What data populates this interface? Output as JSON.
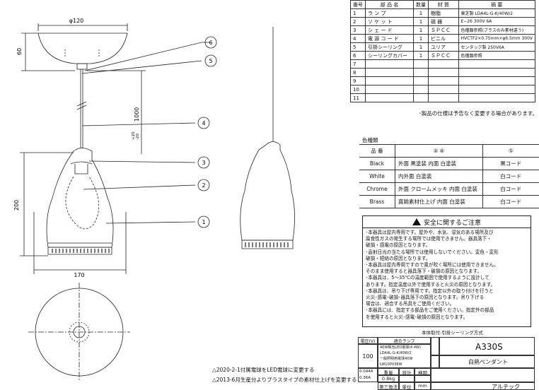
{
  "parts_table": {
    "headers": [
      "番号",
      "部 品 名",
      "数量",
      "材 質",
      "摘 要"
    ],
    "rows": [
      [
        "1",
        "ラ ン プ",
        "1",
        "樹脂",
        "東芝製  LDA4L-G-K/40W/2"
      ],
      [
        "2",
        "ソ ケ ッ ト",
        "1",
        "磁 器",
        "E−26    300V 6A"
      ],
      [
        "3",
        "シ ェ ー ド",
        "1",
        "ＳＰＣＣ",
        "色種類参照(ブラスのみ素材違う)"
      ],
      [
        "4",
        "電 源 コ ー ド",
        "1",
        "ビニル",
        "HVCTF2×0.75mm×φ6.5mm 300V"
      ],
      [
        "5",
        "引掛シーリング",
        "1",
        "ユリア",
        "センタック製 250V6A"
      ],
      [
        "6",
        "シーリングカバー",
        "1",
        "ＳＰＣＣ",
        "色種類参照"
      ],
      [
        "7",
        "",
        "",
        "",
        ""
      ],
      [
        "8",
        "",
        "",
        "",
        ""
      ],
      [
        "9",
        "",
        "",
        "",
        ""
      ],
      [
        "10",
        "",
        "",
        "",
        ""
      ],
      [
        "11",
        "",
        "",
        "",
        ""
      ]
    ]
  },
  "spec_note": "･製品の仕様は予告なく変更する場合があります。",
  "colors": {
    "title": "色種類",
    "headers": [
      "品 番",
      "③ ⑥",
      "⑤"
    ],
    "rows": [
      [
        "Black",
        "外面 黒塗装  内面 白塗装",
        "黒コード"
      ],
      [
        "White",
        "内外面 白塗装",
        "白コード"
      ],
      [
        "Chrome",
        "外面 クロームメッキ  内面 白塗装",
        "白コード"
      ],
      [
        "Brass",
        "真鍮素材仕上げ  内面 白塗装",
        "白コード"
      ]
    ]
  },
  "safety": {
    "title": "安全に関するご注意",
    "lines": [
      "･本器具は屋内専用です。屋外や、水気、湿気のある場所及び",
      "  腐食性ガスの発生する場所では使用できません。器具落下・",
      "  破損・感電の原因となります。",
      "･直射日光の当たる場所では使用しないでください。変色・変形",
      "  破損・短絡の原因となります。",
      "･本器具は屋内専用ですので風が吹く場所には使用できません。",
      "  そのまま使用すると器具落下・破損の原因となります。",
      "･本器具は、5～35℃の温度範囲で使用するように設計して",
      "  あります。指定温度以外で使用すると火災の原因となります。",
      "･本器具は、吊り下げ専用です。指定以外の取り付けを行うと",
      "  火災･感電･破損･器具落下の原因となります。吊り下げる",
      "  場合は、適合する吊具をご使用ください。",
      "･本器具には、指定する部品をご使用ください。指定外の部品",
      "  を使用すると火災･感電･破損の原因となります。"
    ]
  },
  "body_note": "本体取付:引掛シーリング方式",
  "title_block": {
    "voltage_label": "電圧(V)",
    "voltage": "100",
    "lamp_label": "適合ランプ",
    "lamp_lines": [
      "40W相当LED電球(4.4W)",
      "LDA4L-G-K/40W/2",
      "一般照明用電球40W",
      "LW100V36W"
    ],
    "current_values": "0.044A",
    "current_values2": "0.36A",
    "weight_label": "重量",
    "weight": "0.8kg",
    "design_label": "設計",
    "draw_label": "検図",
    "proj_label": "第三角法",
    "unit_label": "単位",
    "unit": "mm",
    "model": "A330S",
    "product_name": "白熱ペンダント",
    "company": "アルテック"
  },
  "dimensions": {
    "canopy_dia": "φ120",
    "canopy_h": "60",
    "cord_len": "1000",
    "tol_plus": "+20",
    "tol_minus": "-20",
    "shade_h": "200",
    "shade_w": "170"
  },
  "callouts": [
    "6",
    "5",
    "4",
    "3",
    "2",
    "1"
  ],
  "footnotes": [
    "△2020-2-1付属電球をLED電球に変更する",
    "△2013-6月生産分よりブラスタイプの素材仕上げを変更する"
  ]
}
